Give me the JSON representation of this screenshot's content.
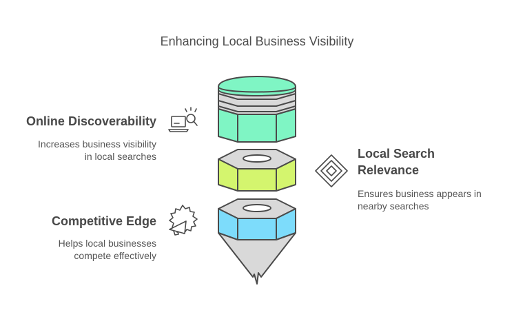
{
  "title": "Enhancing Local Business Visibility",
  "items": [
    {
      "heading": "Online Discoverability",
      "description_lines": [
        "Increases business visibility",
        "in local searches"
      ],
      "icon": "laptop-search-icon"
    },
    {
      "heading_lines": [
        "Local Search",
        "Relevance"
      ],
      "description_lines": [
        "Ensures business appears in",
        "nearby searches"
      ],
      "icon": "nested-diamond-icon"
    },
    {
      "heading": "Competitive Edge",
      "description_lines": [
        "Helps local businesses",
        "compete effectively"
      ],
      "icon": "megaphone-badge-icon"
    }
  ],
  "colors": {
    "top_cap": "#7ff5c4",
    "top_band": "#d9d9d9",
    "top_body": "#7ff5c4",
    "middle_nut": "#d4f56e",
    "nut_top": "#d9d9d9",
    "bottom_nut": "#7ddcfb",
    "tip": "#d9d9d9",
    "outline": "#4a4a4a"
  }
}
